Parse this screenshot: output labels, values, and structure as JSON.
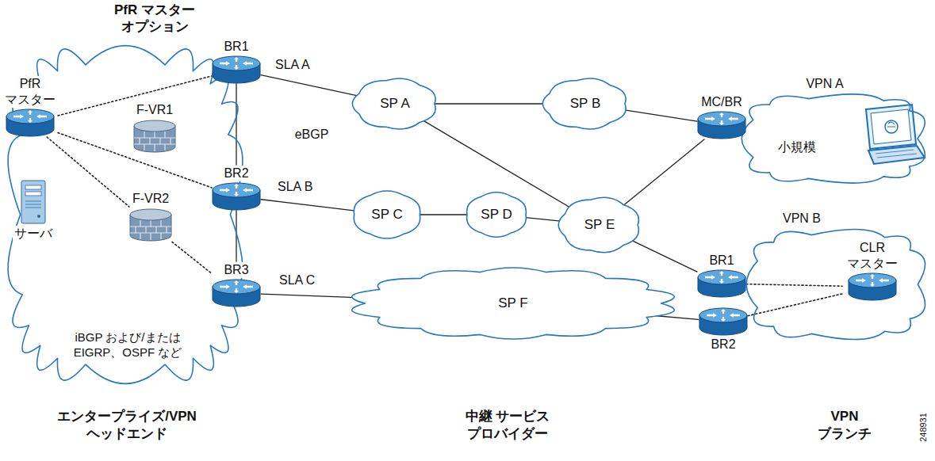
{
  "diagram": {
    "nodes": [
      {
        "text": [
          "PfR マスター オプション",
          "iBGP および/または EIGRP、OSPF など"
        ]
      },
      {
        "text": [
          "PfR マスター"
        ],
        "in": 0
      },
      {
        "text": [
          "F-VR1"
        ],
        "in": 0
      },
      {
        "text": [
          "サーバ"
        ],
        "in": 0
      },
      {
        "text": [
          "F-VR2"
        ],
        "in": 0
      },
      {
        "text": [
          "BR1"
        ],
        "in": 0
      },
      {
        "text": [
          "BR2"
        ],
        "in": 0
      },
      {
        "text": [
          "BR3"
        ],
        "in": 0
      },
      {
        "text": [
          "SP A"
        ]
      },
      {
        "text": [
          "SP B"
        ]
      },
      {
        "text": [
          "SP C"
        ]
      },
      {
        "text": [
          "SP D"
        ]
      },
      {
        "text": [
          "SP E"
        ]
      },
      {
        "text": [
          "SP F"
        ]
      },
      {
        "text": [
          "MC/BR"
        ]
      },
      {
        "text": [
          "VPN A",
          "小規模"
        ]
      },
      {
        "text": [
          "VPN B"
        ]
      },
      {
        "text": [
          "BR1"
        ],
        "in": 16
      },
      {
        "text": [
          "CLR マスター"
        ],
        "in": 16
      },
      {
        "text": [
          "BR2"
        ],
        "in": 16
      }
    ],
    "edges": [
      {
        "from": 1,
        "to": 5,
        "arrow": "none"
      },
      {
        "from": 1,
        "to": 6,
        "arrow": "none"
      },
      {
        "from": 1,
        "to": 4,
        "arrow": "none"
      },
      {
        "from": 4,
        "to": 7,
        "arrow": "none"
      },
      {
        "from": 5,
        "to": 6,
        "arrow": "none"
      },
      {
        "from": 6,
        "to": 7,
        "arrow": "none"
      },
      {
        "from": 5,
        "to": 8,
        "label": "SLA A",
        "arrow": "none"
      },
      {
        "from": 6,
        "to": 10,
        "label": "SLA B",
        "arrow": "none"
      },
      {
        "from": 7,
        "to": 13,
        "label": "SLA C",
        "arrow": "none"
      },
      {
        "from": 8,
        "to": 9,
        "arrow": "none"
      },
      {
        "from": 8,
        "to": 12,
        "arrow": "none"
      },
      {
        "from": 10,
        "to": 11,
        "arrow": "none"
      },
      {
        "from": 11,
        "to": 12,
        "arrow": "none"
      },
      {
        "from": 9,
        "to": 14,
        "arrow": "none"
      },
      {
        "from": 12,
        "to": 14,
        "arrow": "none"
      },
      {
        "from": 12,
        "to": 17,
        "arrow": "none"
      },
      {
        "from": 13,
        "to": 19,
        "arrow": "none"
      },
      {
        "from": 17,
        "to": 18,
        "arrow": "none"
      },
      {
        "from": 19,
        "to": 18,
        "arrow": "none"
      }
    ],
    "labels": [
      "eBGP",
      "エンタープライズ/VPN ヘッドエンド",
      "中継 サービス プロバイダー",
      "VPN ブランチ",
      "248931"
    ]
  }
}
